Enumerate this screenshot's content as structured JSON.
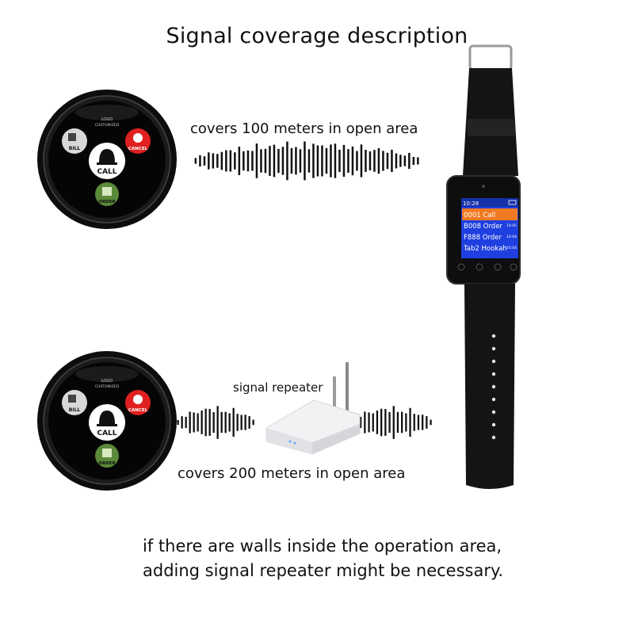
{
  "title": "Signal coverage description",
  "scenario1": {
    "caption": "covers 100 meters in open area"
  },
  "scenario2": {
    "caption": "covers 200 meters in open area",
    "repeater_label": "signal repeater"
  },
  "note": {
    "line1": "if there are walls inside the operation area,",
    "line2": "adding signal repeater might be necessary."
  },
  "button_device": {
    "logo_text": "LOGO",
    "customized_text": "CUSTOMIZED",
    "buttons": {
      "bill": "BILL",
      "cancel": "CANCEL",
      "call": "CALL",
      "order": "ORDER"
    }
  },
  "watch": {
    "status_time": "10:28",
    "rows": [
      {
        "label": "0001 Call",
        "time": ""
      },
      {
        "label": "B008 Order",
        "time": "10.05"
      },
      {
        "label": "F888 Order",
        "time": "10.04"
      },
      {
        "label": "Tab2 Hookah",
        "time": "10.04"
      }
    ]
  },
  "colors": {
    "screen_bg": "#1f3fe0",
    "highlight_row": "#f07a22",
    "cancel_red": "#e02020",
    "order_green": "#5a8a3a"
  }
}
